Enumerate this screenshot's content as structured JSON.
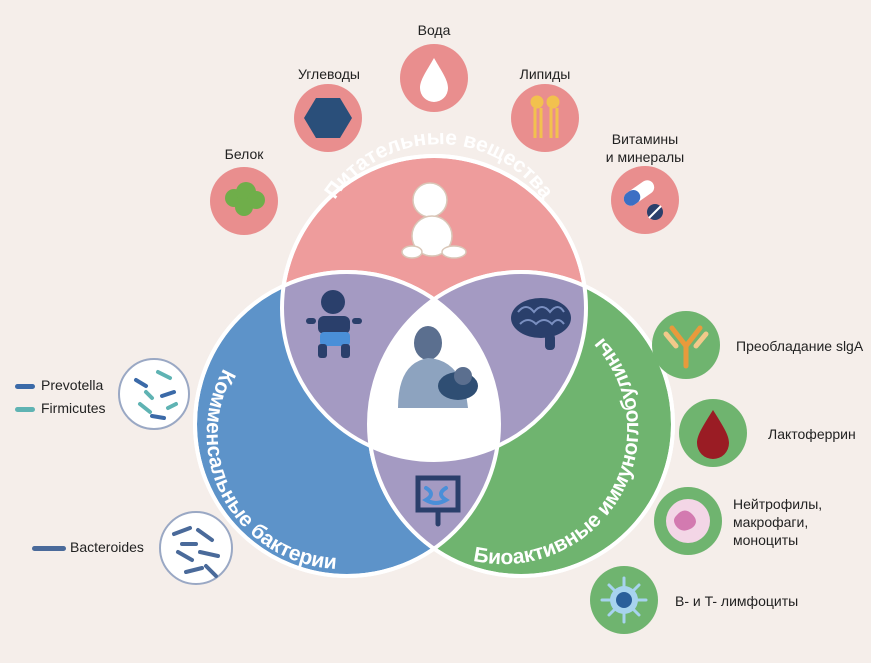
{
  "colors": {
    "background": "#f5eeea",
    "nutrients_circle": "#ee9c9c",
    "bacteria_circle": "#5d93c9",
    "immuno_circle": "#6fb46f",
    "overlap": "#a49ac2",
    "icon_pink_bg": "#e98e8e",
    "icon_green_bg": "#6fb46f",
    "hexagon": "#2a4f7a",
    "prevotella": "#3b6aa8",
    "firmicutes": "#5fb3b3",
    "bacteroides": "#4a6a9a"
  },
  "circles": {
    "nutrients": "Питательные вещества",
    "bacteria": "Комменсальные бактерии",
    "immunoglobulins": "Биоактивные иммуноглобулины"
  },
  "nutrients": {
    "protein": "Белок",
    "carbs": "Углеводы",
    "water": "Вода",
    "lipids": "Липиды",
    "vitamins_line1": "Витамины",
    "vitamins_line2": "и минералы"
  },
  "bacteria": {
    "prevotella": "Prevotella",
    "firmicutes": "Firmicutes",
    "bacteroides": "Bacteroides"
  },
  "immune": {
    "siga": "Преобладание slgA",
    "lactoferrin": "Лактоферрин",
    "neutrophils_line1": "Нейтрофилы,",
    "neutrophils_line2": "макрофаги,",
    "neutrophils_line3": "моноциты",
    "lymphocytes": "B- и T- лимфоциты"
  },
  "icons": {
    "water": "drop-icon",
    "carbs": "hexagon-icon",
    "lipids": "lipid-molecule-icon",
    "protein": "broccoli-icon",
    "vitamins": "pill-icon",
    "siga": "antibody-icon",
    "lactoferrin": "blood-drop-icon",
    "neutrophils": "cell-icon",
    "lymphocytes": "lymphocyte-icon",
    "baby_sitting": "baby-icon",
    "baby_crawling": "infant-icon",
    "brain": "brain-icon",
    "intestine": "intestine-icon",
    "mother": "breastfeeding-mother-icon"
  }
}
